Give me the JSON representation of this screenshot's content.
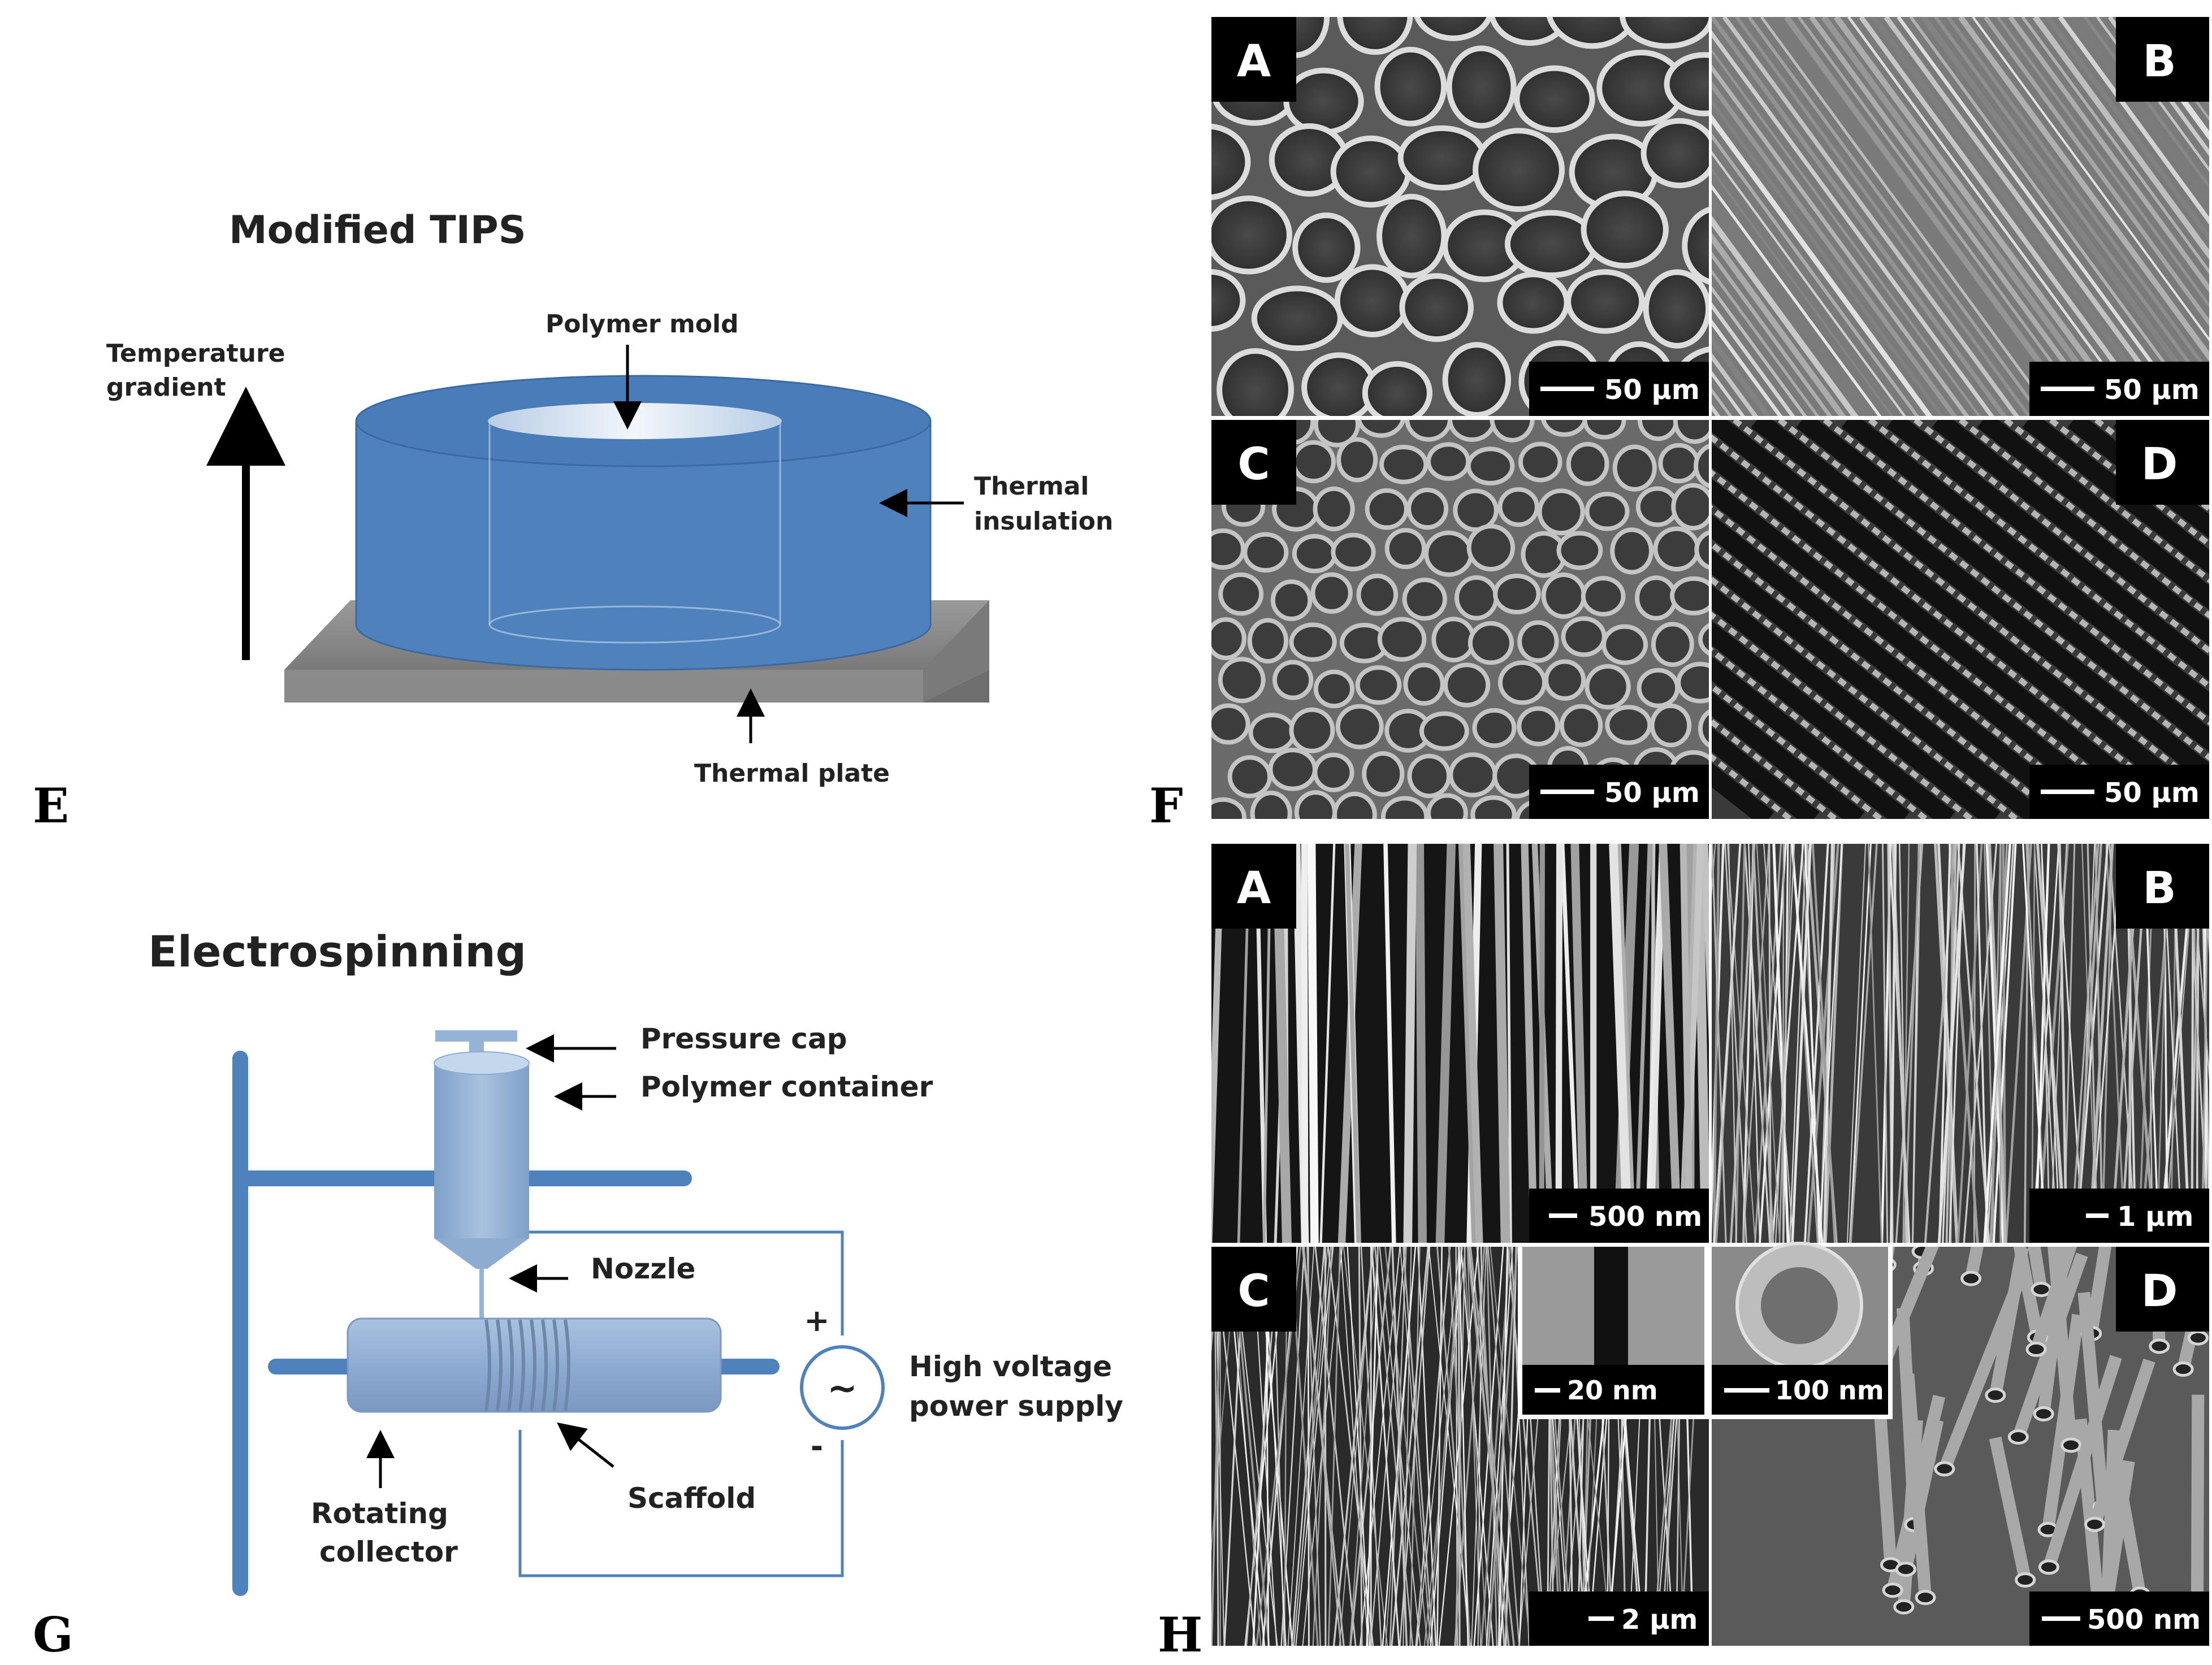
{
  "panels": {
    "E": "E",
    "F": "F",
    "G": "G",
    "H": "H"
  },
  "tips": {
    "title": "Modified TIPS",
    "temperature_label_1": "Temperature",
    "temperature_label_2": "gradient",
    "polymer_mold": "Polymer mold",
    "thermal_insulation_1": "Thermal",
    "thermal_insulation_2": "insulation",
    "thermal_plate": "Thermal plate"
  },
  "electrospinning": {
    "title": "Electrospinning",
    "pressure_cap": "Pressure cap",
    "polymer_container": "Polymer container",
    "nozzle": "Nozzle",
    "plus": "+",
    "minus": "-",
    "tilde": "~",
    "high_voltage_1": "High voltage",
    "high_voltage_2": "power supply",
    "scaffold": "Scaffold",
    "rotating_1": "Rotating",
    "rotating_2": "collector"
  },
  "sem_F": {
    "A": {
      "letter": "A",
      "scale": "50 µm"
    },
    "B": {
      "letter": "B",
      "scale": "50 µm"
    },
    "C": {
      "letter": "C",
      "scale": "50 µm"
    },
    "D": {
      "letter": "D",
      "scale": "50 µm"
    }
  },
  "sem_H": {
    "A": {
      "letter": "A",
      "scale": "500 nm"
    },
    "B": {
      "letter": "B",
      "scale": "1 µm"
    },
    "C": {
      "letter": "C",
      "scale": "2 µm"
    },
    "D": {
      "letter": "D",
      "scale": "500 nm"
    },
    "inset1": {
      "scale": "20 nm"
    },
    "inset2": {
      "scale": "100 nm"
    }
  },
  "colors": {
    "insulation_blue": "#4f81bd",
    "collector_blue": "#95b3d7",
    "stand_blue": "#4f81bd",
    "plate_gray": "#8c8c8c",
    "sem_bg": "#6e6e6e"
  }
}
